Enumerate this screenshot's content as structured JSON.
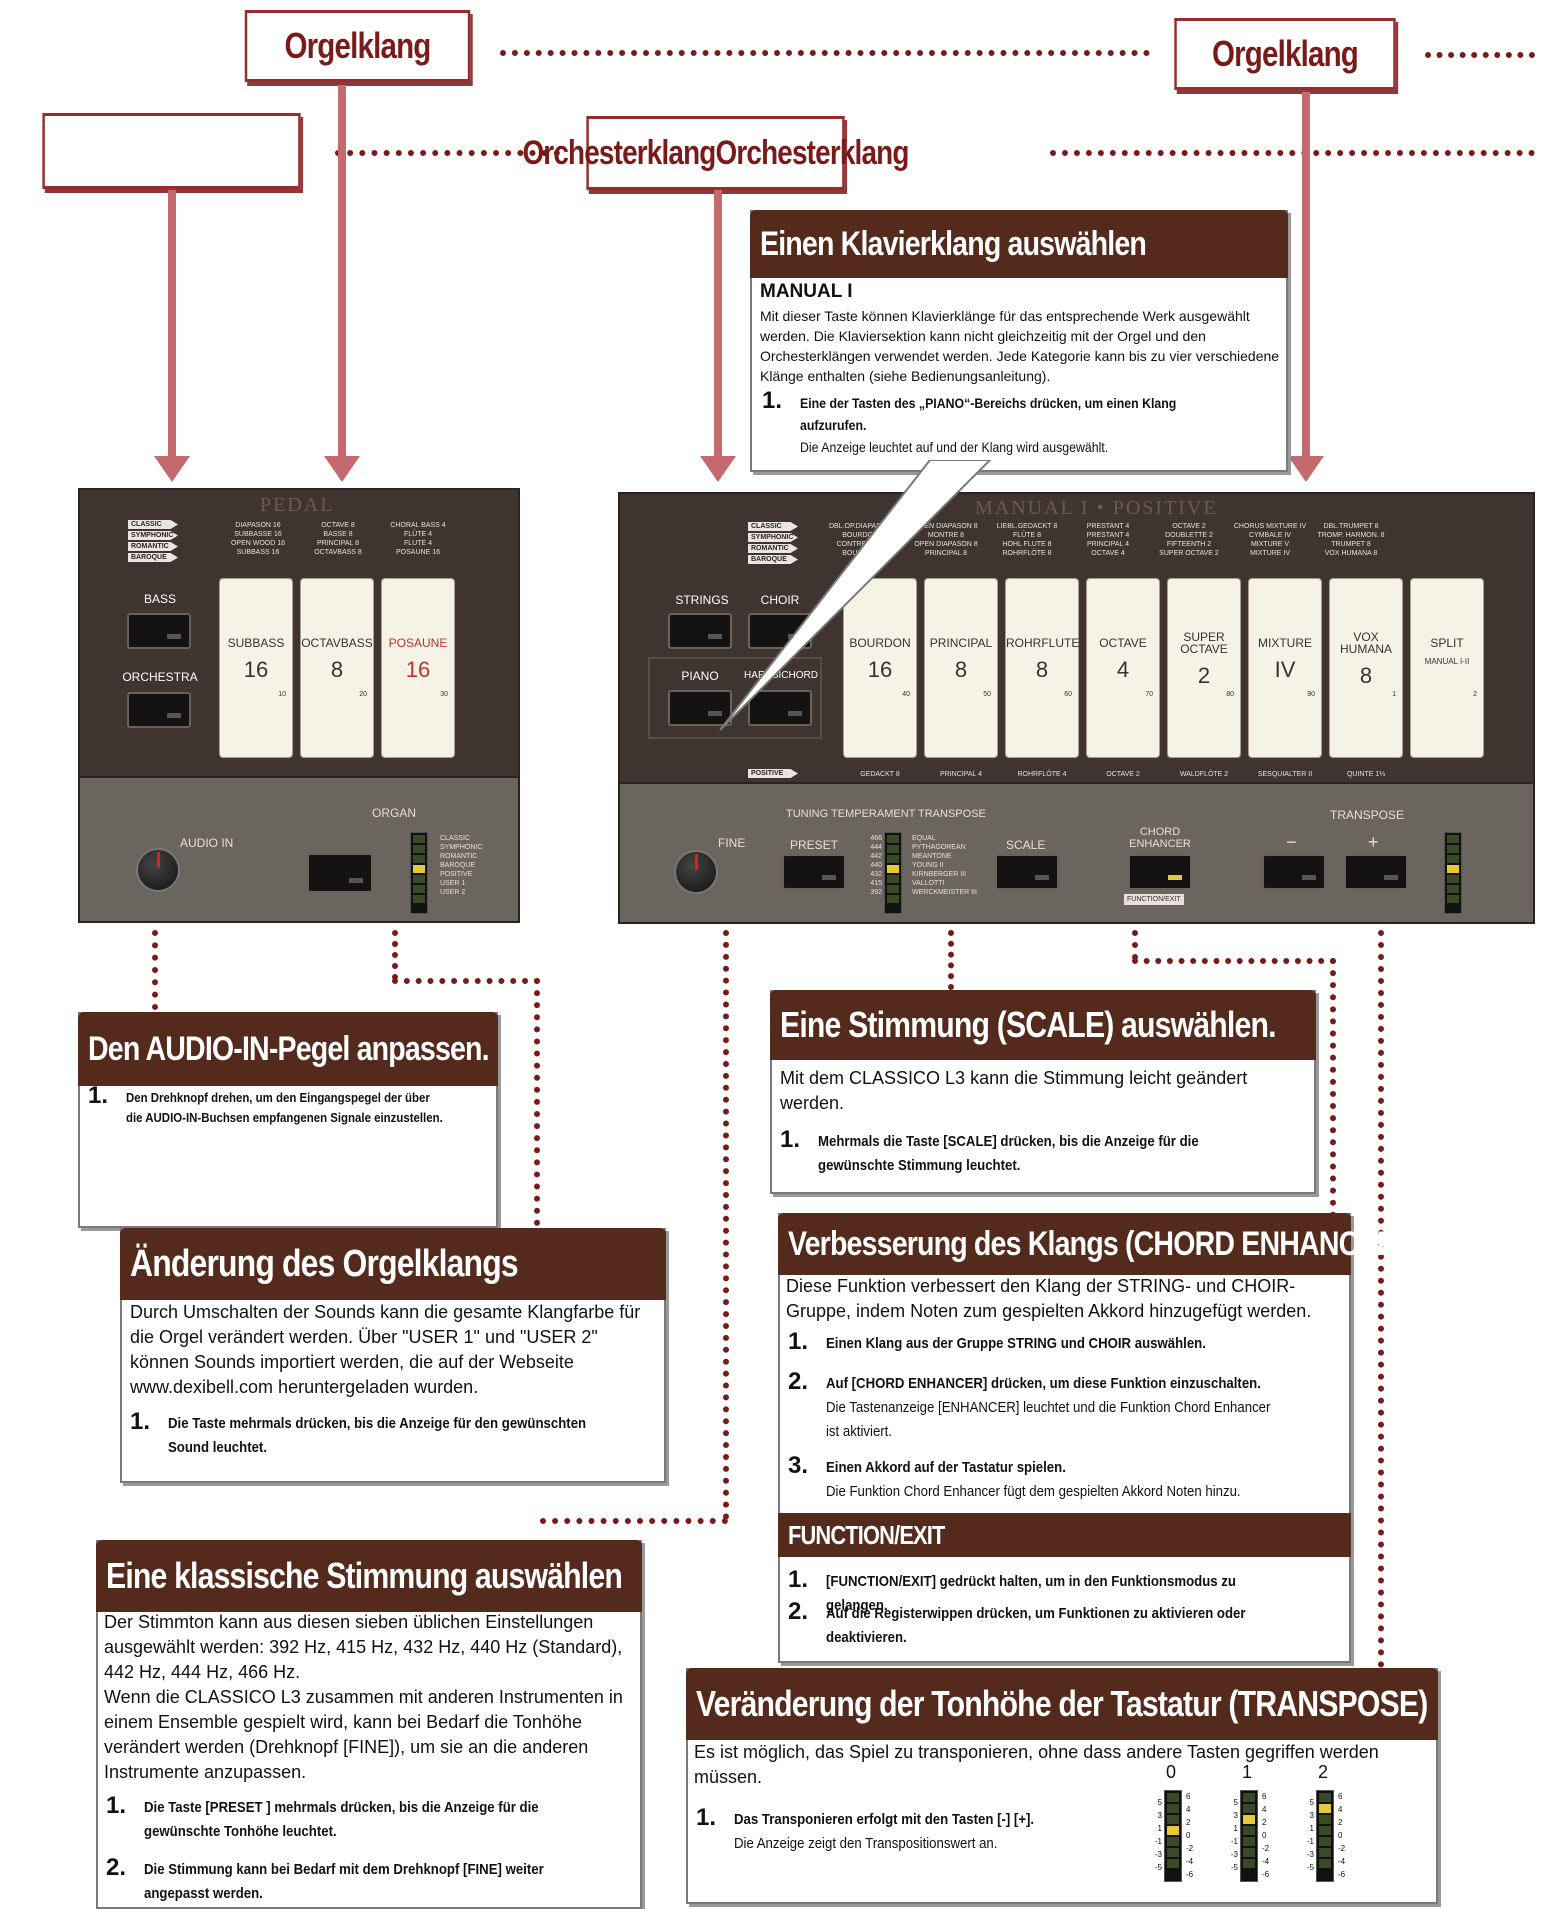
{
  "labels": {
    "orgelklang_left": "Orgelklang",
    "orgelklang_right": "Orgelklang",
    "blank_box": "",
    "orchesterklang": "OrchesterklangOrchesterklang"
  },
  "pedal_panel": {
    "heading": "PEDAL",
    "style_tabs": [
      "CLASSIC",
      "SYMPHONIC",
      "ROMANTIC",
      "BAROQUE"
    ],
    "headers": [
      [
        "DIAPASON 16",
        "SUBBASSE 16",
        "OPEN WOOD 16",
        "SUBBASS 16"
      ],
      [
        "OCTAVE 8",
        "BASSE 8",
        "PRINCIPAL 8",
        "OCTAVBASS 8"
      ],
      [
        "CHORAL BASS 4",
        "FLÛTE 4",
        "FLUTE 4",
        "POSAUNE 16"
      ]
    ],
    "bass_label": "BASS",
    "orchestra_label": "ORCHESTRA",
    "tablets": [
      {
        "name": "SUBBASS",
        "feet": "16",
        "num": "10"
      },
      {
        "name": "OCTAVBASS",
        "feet": "8",
        "num": "20"
      },
      {
        "name": "POSAUNE",
        "feet": "16",
        "num": "30"
      }
    ],
    "organ_label": "ORGAN",
    "audio_in_label": "AUDIO IN",
    "organ_styles": [
      "CLASSIC",
      "SYMPHONIC",
      "ROMANTIC",
      "BAROQUE",
      "POSITIVE",
      "USER 1",
      "USER 2"
    ]
  },
  "manual_panel": {
    "heading": "MANUAL I • POSITIVE",
    "style_tabs": [
      "CLASSIC",
      "SYMPHONIC",
      "ROMANTIC",
      "BAROQUE"
    ],
    "positive_tab": "POSITIVE",
    "strings_label": "STRINGS",
    "choir_label": "CHOIR",
    "piano_label": "PIANO",
    "harpsichord_label": "HARPSICHORD",
    "headers": [
      [
        "DBL.OP.DIAPASON 16",
        "BOURDON 16",
        "CONTRE GAMBE",
        "BOURDON 16"
      ],
      [
        "OPEN DIAPASON 8",
        "MONTRE 8",
        "OPEN DIAPASON 8",
        "PRINCIPAL 8"
      ],
      [
        "LIEBL.GEDACKT 8",
        "FLÛTE 8",
        "HOHL FLUTE 8",
        "ROHRFLÖTE 8"
      ],
      [
        "PRESTANT 4",
        "PRESTANT 4",
        "PRINCIPAL 4",
        "OCTAVE 4"
      ],
      [
        "OCTAVE 2",
        "DOUBLETTE 2",
        "FIFTEENTH 2",
        "SUPER OCTAVE 2"
      ],
      [
        "CHORUS MIXTURE IV",
        "CYMBALE IV",
        "MIXTURE V",
        "MIXTURE IV"
      ],
      [
        "DBL.TRUMPET 8",
        "TROMP. HARMON. 8",
        "TRUMPET 8",
        "VOX HUMANA 8"
      ]
    ],
    "tablets": [
      {
        "name": "BOURDON",
        "feet": "16",
        "num": "40"
      },
      {
        "name": "PRINCIPAL",
        "feet": "8",
        "num": "50"
      },
      {
        "name": "ROHRFLUTE",
        "feet": "8",
        "num": "60"
      },
      {
        "name": "OCTAVE",
        "feet": "4",
        "num": "70"
      },
      {
        "name": "SUPER OCTAVE",
        "feet": "2",
        "num": "80"
      },
      {
        "name": "MIXTURE",
        "feet": "IV",
        "num": "90"
      },
      {
        "name": "VOX HUMANA",
        "feet": "8",
        "num": "1"
      },
      {
        "name": "SPLIT",
        "feet": "MANUAL I-II",
        "num": "2"
      }
    ],
    "footers": [
      "GEDACKT 8",
      "PRINCIPAL 4",
      "ROHRFLÖTE 4",
      "OCTAVE 2",
      "WALDFLÖTE 2",
      "SESQUIALTER II",
      "QUINTE 1⅓"
    ],
    "tuning_label": "TUNING TEMPERAMENT TRANSPOSE",
    "fine_label": "FINE",
    "preset_label": "PRESET",
    "scale_label": "SCALE",
    "chord_enhancer_label": "CHORD ENHANCER",
    "function_exit_label": "FUNCTION/EXIT",
    "transpose_label": "TRANSPOSE",
    "minus_label": "−",
    "plus_label": "+",
    "pitches": [
      "466",
      "444",
      "442",
      "440",
      "432",
      "415",
      "392"
    ],
    "scales": [
      "EQUAL",
      "PYTHAGOREAN",
      "MEANTONE",
      "YOUNG II",
      "KIRNBERGER III",
      "VALLOTTI",
      "WERCKMEISTER III"
    ],
    "transpose_values": [
      "6",
      "4",
      "2",
      "0",
      "-2",
      "-4",
      "-6"
    ],
    "transpose_values_odd": [
      "5",
      "3",
      "1",
      "-1",
      "-3",
      "-5"
    ]
  },
  "callouts": {
    "klavier": {
      "title": "Einen Klavierklang auswählen",
      "subtitle": "MANUAL I",
      "body": "Mit dieser Taste können Klavierklänge für das entsprechende Werk ausgewählt werden. Die Klaviersektion kann nicht gleichzeitig mit der Orgel und den Orchesterklängen verwendet werden. Jede Kategorie kann bis zu vier verschiedene Klänge enthalten (siehe Bedienungsanleitung).",
      "step1_num": "1.",
      "step1": "Eine der Tasten des „PIANO“-Bereichs drücken, um einen Klang aufzurufen.",
      "step1_sub": "Die Anzeige leuchtet auf und der Klang wird ausgewählt."
    },
    "audio_in": {
      "title": "Den AUDIO-IN-Pegel anpassen.",
      "step1_num": "1.",
      "step1": "Den Drehknopf drehen, um den Eingangspegel der über die AUDIO-IN-Buchsen empfangenen Signale einzustellen."
    },
    "orgelklang": {
      "title": "Änderung des Orgelklangs",
      "body": "Durch Umschalten der Sounds kann die gesamte Klangfarbe für die Orgel verändert werden. Über \"USER 1\" und \"USER 2\" können Sounds importiert werden, die auf der Webseite www.dexibell.com heruntergeladen wurden.",
      "step1_num": "1.",
      "step1": "Die Taste mehrmals drücken, bis die Anzeige für den gewünschten Sound leuchtet."
    },
    "klassisch": {
      "title": "Eine klassische Stimmung auswählen",
      "body": "Der Stimmton kann aus diesen sieben üblichen Einstellungen ausgewählt werden: 392 Hz, 415 Hz, 432 Hz, 440 Hz (Standard), 442 Hz, 444 Hz, 466 Hz.",
      "body2": "Wenn die CLASSICO L3 zusammen mit anderen Instrumenten in einem Ensemble gespielt wird, kann bei Bedarf die Tonhöhe verändert werden (Drehknopf [FINE]), um sie an die anderen Instrumente anzupassen.",
      "step1_num": "1.",
      "step1": "Die Taste [PRESET ] mehrmals drücken, bis die Anzeige für die gewünschte Tonhöhe leuchtet.",
      "step2_num": "2.",
      "step2": "Die Stimmung kann bei Bedarf mit dem Drehknopf [FINE] weiter angepasst werden."
    },
    "scale": {
      "title": "Eine Stimmung (SCALE) auswählen.",
      "body": "Mit dem CLASSICO L3 kann die Stimmung leicht geändert werden.",
      "step1_num": "1.",
      "step1": "Mehrmals die Taste [SCALE] drücken, bis die Anzeige für die gewünschte Stimmung leuchtet."
    },
    "chord": {
      "title": "Verbesserung des Klangs (CHORD ENHANCER)",
      "body": "Diese Funktion verbessert den Klang der STRING- und CHOIR-Gruppe, indem Noten zum gespielten Akkord hinzugefügt werden.",
      "step1_num": "1.",
      "step1": "Einen Klang aus der Gruppe STRING und CHOIR auswählen.",
      "step2_num": "2.",
      "step2": "Auf [CHORD ENHANCER] drücken, um diese Funktion einzuschalten.",
      "step2_sub": "Die Tastenanzeige [ENHANCER] leuchtet und die Funktion Chord Enhancer ist aktiviert.",
      "step3_num": "3.",
      "step3": "Einen Akkord auf der Tastatur spielen.",
      "step3_sub": "Die Funktion Chord Enhancer fügt dem gespielten Akkord Noten hinzu.",
      "function_title": "FUNCTION/EXIT",
      "f1_num": "1.",
      "f1": "[FUNCTION/EXIT] gedrückt halten, um in den Funktionsmodus zu gelangen.",
      "f2_num": "2.",
      "f2": "Auf die Registerwippen drücken, um Funktionen zu aktivieren oder deaktivieren."
    },
    "transpose": {
      "title": "Veränderung der Tonhöhe der Tastatur (TRANSPOSE)",
      "body": "Es ist möglich, das Spiel zu transponieren, ohne dass andere Tasten gegriffen werden müssen.",
      "step1_num": "1.",
      "step1": "Das Transponieren erfolgt mit den Tasten [-] [+].",
      "step1_sub": "Die Anzeige zeigt den Transpositionswert an.",
      "meter_labels": [
        "0",
        "1",
        "2"
      ],
      "meter_levels": [
        0,
        1,
        2
      ]
    }
  },
  "colors": {
    "accent": "#7a1b1b",
    "title_bg": "#532a1c",
    "arrow": "#c46a6f",
    "panel": "#3f3430",
    "led_on": "#e6c83a"
  }
}
